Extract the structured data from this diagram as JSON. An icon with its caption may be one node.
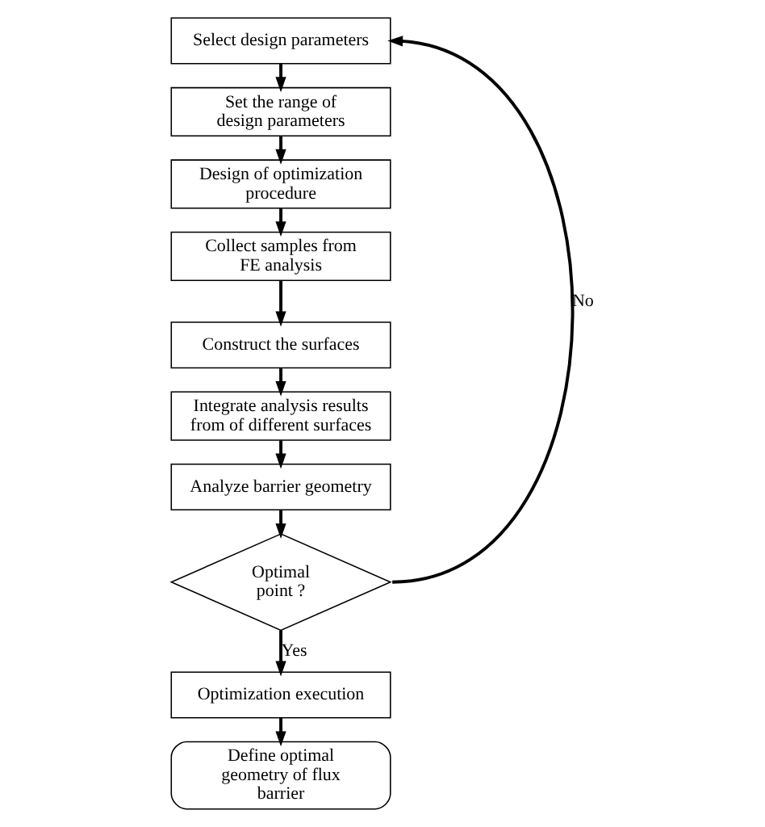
{
  "diagram": {
    "nodes": [
      {
        "text": [
          "Select design parameters"
        ]
      },
      {
        "text": [
          "Set the range of design parameters"
        ]
      },
      {
        "text": [
          "Design of optimization procedure"
        ]
      },
      {
        "text": [
          "Collect samples from FE analysis"
        ]
      },
      {
        "text": [
          "Construct the surfaces"
        ]
      },
      {
        "text": [
          "Integrate analysis results from of different surfaces"
        ]
      },
      {
        "text": [
          "Analyze barrier geometry"
        ]
      },
      {
        "text": [
          "Optimal point ?"
        ]
      },
      {
        "text": [
          "Optimization execution"
        ]
      },
      {
        "text": [
          "Define optimal geometry of flux barrier"
        ]
      }
    ],
    "edges": [
      {
        "from": 0,
        "to": 1,
        "arrow": "to"
      },
      {
        "from": 1,
        "to": 2,
        "arrow": "to"
      },
      {
        "from": 2,
        "to": 3,
        "arrow": "to"
      },
      {
        "from": 3,
        "to": 4,
        "arrow": "to"
      },
      {
        "from": 4,
        "to": 5,
        "arrow": "to"
      },
      {
        "from": 5,
        "to": 6,
        "arrow": "to"
      },
      {
        "from": 6,
        "to": 7,
        "arrow": "to"
      },
      {
        "from": 7,
        "to": 0,
        "arrow": "to",
        "label": "No"
      },
      {
        "from": 7,
        "to": 8,
        "arrow": "to",
        "label": "Yes"
      },
      {
        "from": 8,
        "to": 9,
        "arrow": "to"
      }
    ]
  }
}
